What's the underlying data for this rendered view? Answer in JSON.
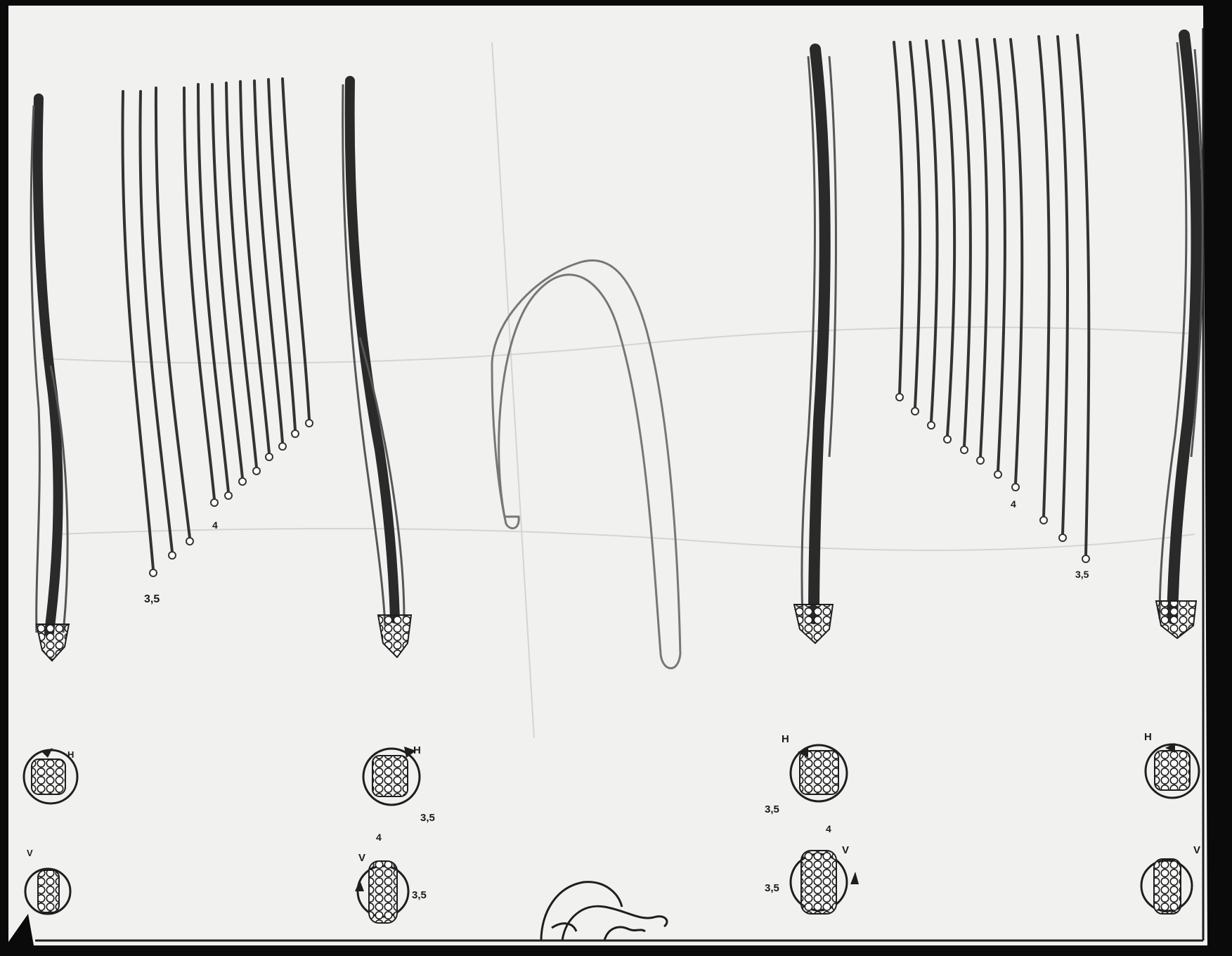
{
  "sheet": {
    "paper_color": "#f1f1ef",
    "ink_color": "#1e1e1e",
    "border_color": "#0a0a0a"
  },
  "labels": {
    "a": "3,5",
    "b": "4",
    "c": "4",
    "d": "3,5",
    "e": "H",
    "f": "H",
    "g": "H",
    "h": "H",
    "i": "3,5",
    "j": "3,5",
    "k": "4",
    "l": "4",
    "m": "V",
    "n": "V",
    "o": "V",
    "p": "V",
    "q": "3,5",
    "r": "3,5"
  }
}
